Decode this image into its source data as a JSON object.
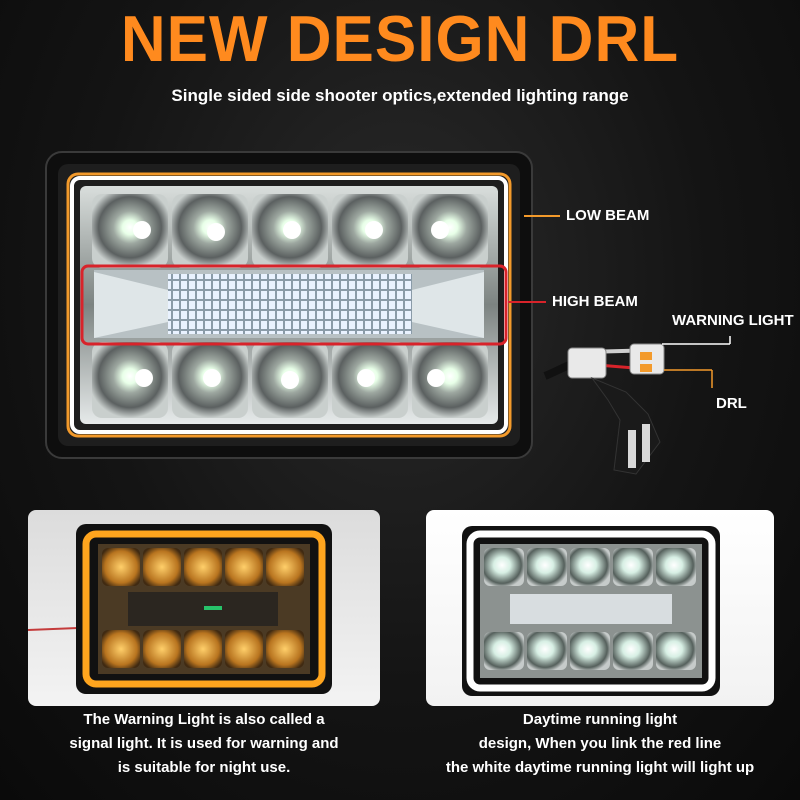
{
  "headline": "NEW DESIGN DRL",
  "subheadline": "Single sided side shooter optics,extended lighting range",
  "callouts": {
    "low_beam": "LOW BEAM",
    "high_beam": "HIGH BEAM",
    "warning_light": "WARNING LIGHT",
    "drl": "DRL"
  },
  "panels": {
    "left_caption": [
      "The Warning Light is also called a",
      "signal light. It is used for warning and",
      "is suitable for night use."
    ],
    "right_caption": [
      "Daytime running light",
      "design, When you link the red line",
      "the white daytime running light will light up"
    ]
  },
  "colors": {
    "accent_orange": "#ff8a1e",
    "callout_red": "#d8232a",
    "halo_amber": "#ffa51e"
  }
}
